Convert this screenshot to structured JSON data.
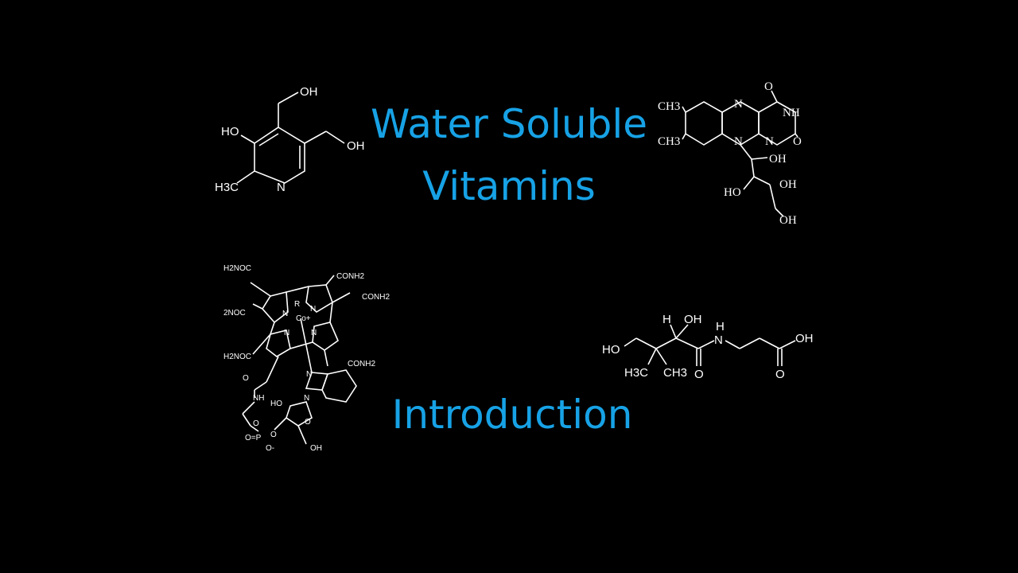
{
  "slide": {
    "title_line1": "Water Soluble",
    "title_line2": "Vitamins",
    "subtitle": "Introduction",
    "accent_color": "#17a2e6",
    "background_color": "#000000"
  },
  "molecules": {
    "pyridoxine": {
      "labels": [
        "OH",
        "HO",
        "OH",
        "H3C",
        "N"
      ]
    },
    "riboflavin": {
      "labels": [
        "CH3",
        "CH3",
        "N",
        "N",
        "O",
        "NH",
        "N",
        "O",
        "OH",
        "HO",
        "OH",
        "OH"
      ]
    },
    "cobalamin": {
      "labels": [
        "H2NOC",
        "CONH2",
        "CONH2",
        "2NOC",
        "R",
        "N",
        "Co+",
        "N",
        "N",
        "N",
        "H2NOC",
        "CONH2",
        "N",
        "N",
        "O",
        "NH",
        "HO",
        "O",
        "O",
        "O=P",
        "O",
        "O-",
        "OH"
      ]
    },
    "pantothenic_acid": {
      "labels": [
        "H",
        "OH",
        "H",
        "N",
        "HO",
        "H3C",
        "CH3",
        "O",
        "O",
        "OH"
      ]
    }
  }
}
